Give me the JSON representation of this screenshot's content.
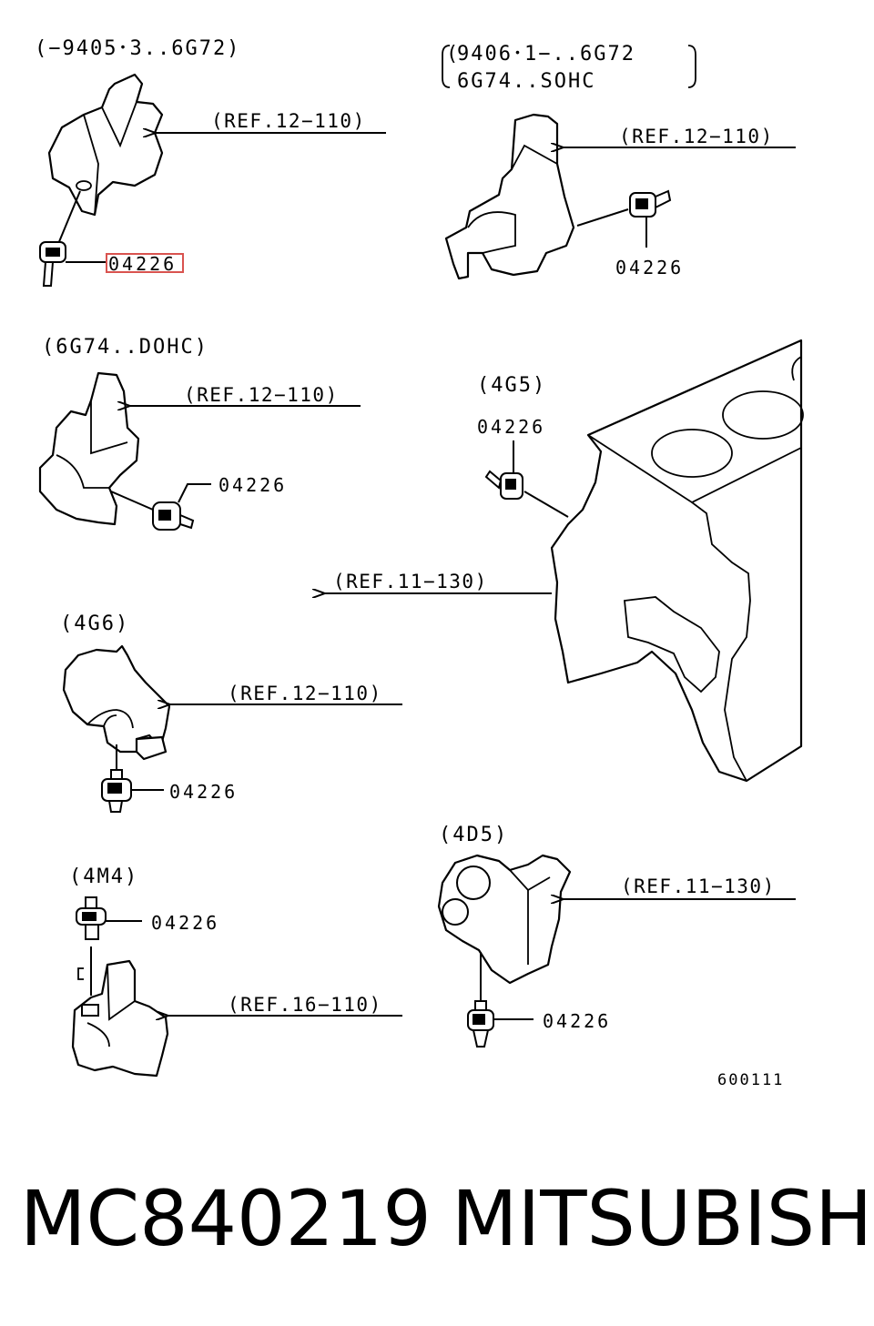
{
  "part_number_label": "04226",
  "diagram_code": "600111",
  "footer": {
    "part_number": "MC840219",
    "brand": "MITSUBISHI"
  },
  "groups": [
    {
      "id": "g1",
      "caption": "(−9405･3..6G72)",
      "ref": "(REF.12−110)"
    },
    {
      "id": "g2",
      "caption_line1": "9406･1−..6G72",
      "caption_line2": "6G74..SOHC",
      "ref": "(REF.12−110)"
    },
    {
      "id": "g3",
      "caption": "(6G74..DOHC)",
      "ref": "(REF.12−110)"
    },
    {
      "id": "g4",
      "caption": "(4G5)",
      "ref": "(REF.11−130)"
    },
    {
      "id": "g5",
      "caption": "(4G6)",
      "ref": "(REF.12−110)"
    },
    {
      "id": "g6",
      "caption": "(4M4)",
      "ref": "(REF.16−110)"
    },
    {
      "id": "g7",
      "caption": "(4D5)",
      "ref": "(REF.11−130)"
    }
  ],
  "colors": {
    "highlight_box": "#d9534f",
    "line": "#000000",
    "background": "#ffffff"
  }
}
